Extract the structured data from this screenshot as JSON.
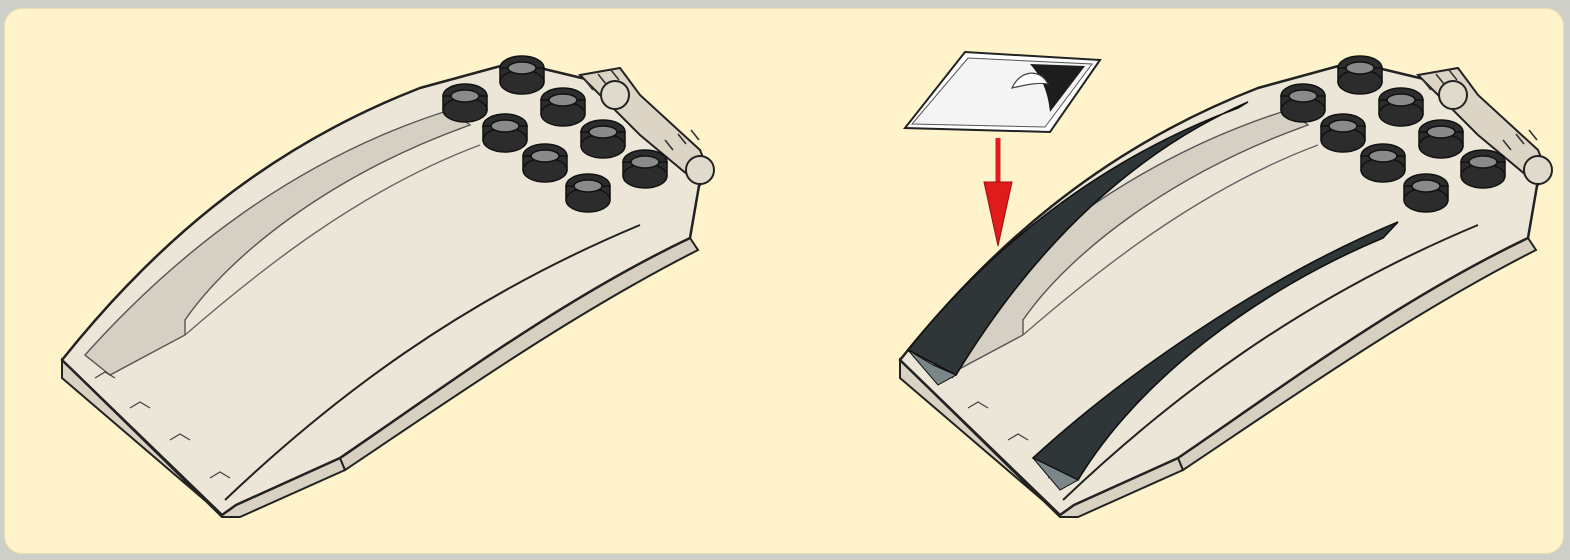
{
  "panel": {
    "background_color": "#fff3cc",
    "frame_color": "#cfcfc9"
  },
  "steps": [
    {
      "name": "step-before",
      "part": "curved-slope-brick",
      "part_color": "#ece6d8",
      "sticker_applied": false
    },
    {
      "name": "step-after",
      "part": "curved-slope-brick",
      "part_color": "#ece6d8",
      "sticker_applied": true,
      "sticker_stripe_color": "#2e3638",
      "arrow_color": "#e01b1b"
    }
  ]
}
